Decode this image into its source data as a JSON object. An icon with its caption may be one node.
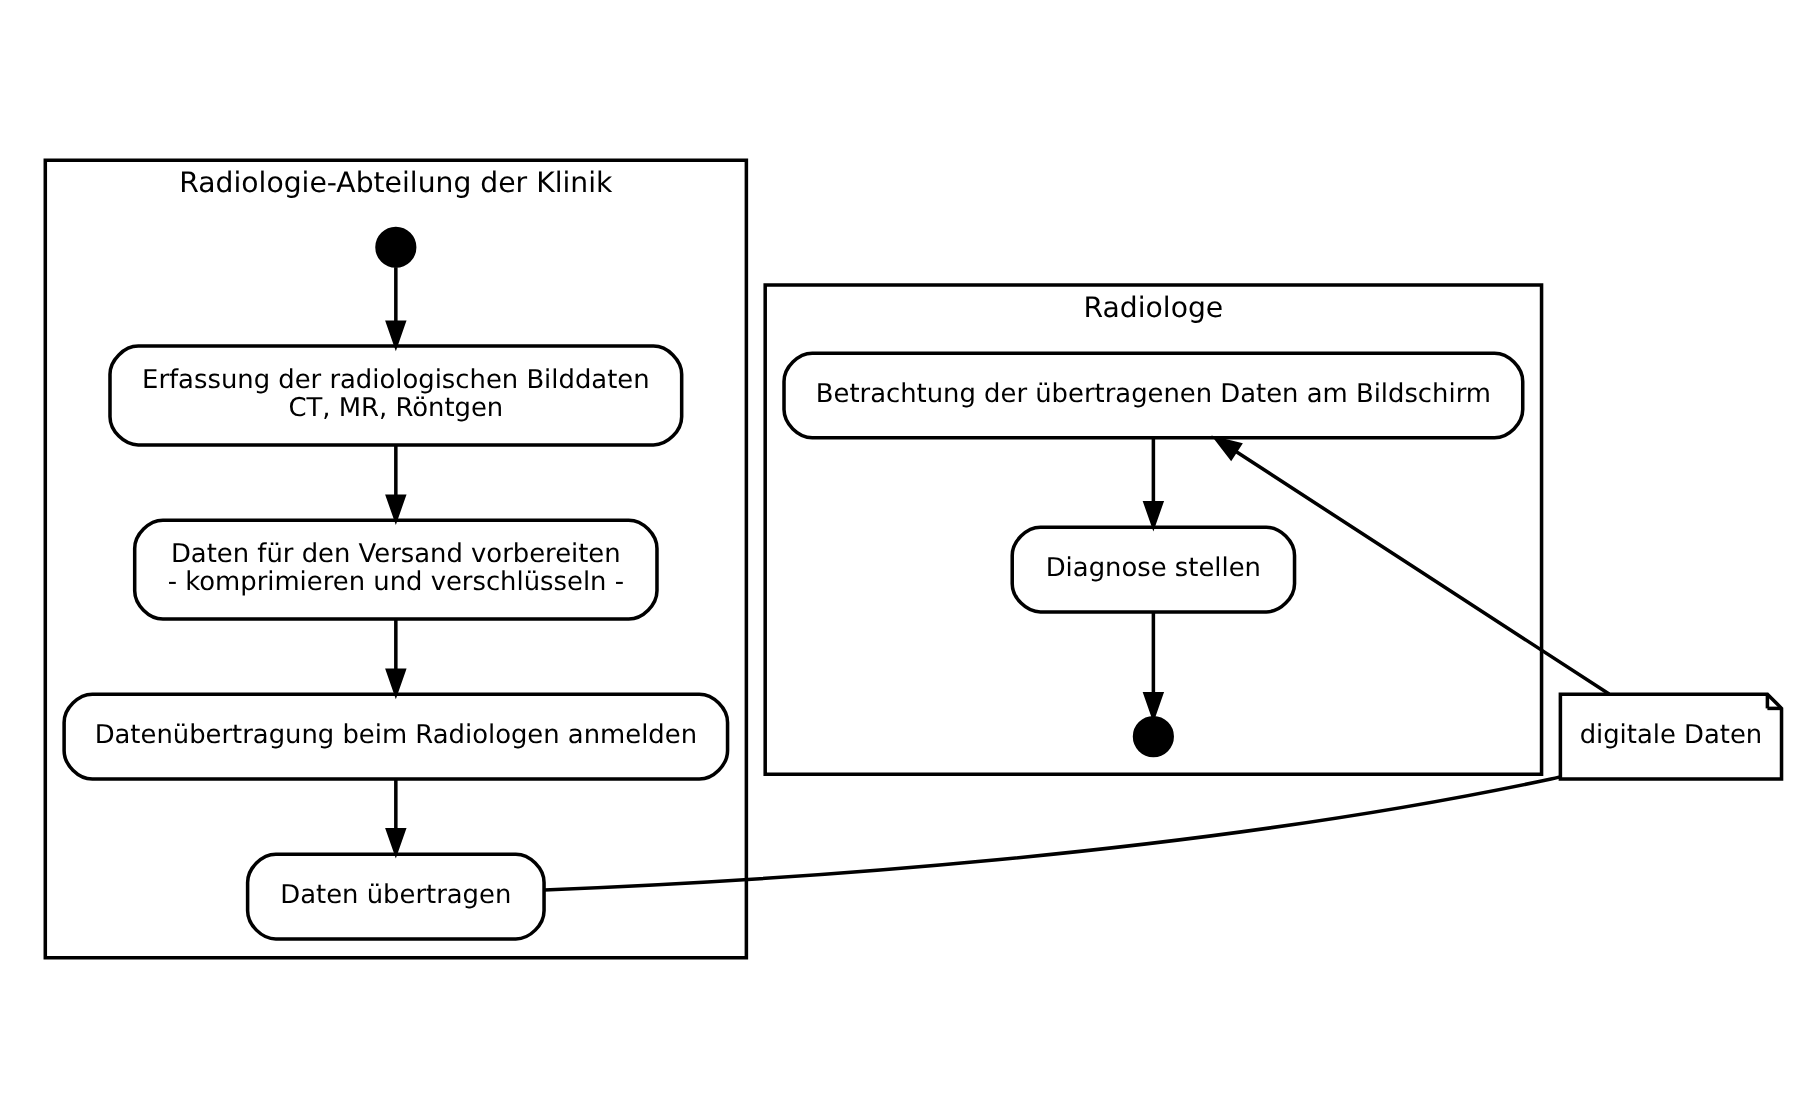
{
  "diagram": {
    "nodes": [
      {
        "text": [
          "Radiologie-Abteilung der Klinik"
        ]
      },
      {
        "text": [
          "Radiologe"
        ]
      },
      {
        "text": [],
        "shape": "circle",
        "in": 0
      },
      {
        "text": [
          "Erfassung der radiologischen Bilddaten",
          "CT, MR, Röntgen"
        ],
        "in": 0
      },
      {
        "text": [
          "Daten für den Versand vorbereiten",
          "- komprimieren und verschlüsseln -"
        ],
        "in": 0
      },
      {
        "text": [
          "Datenübertragung beim Radiologen anmelden"
        ],
        "in": 0
      },
      {
        "text": [
          "Daten übertragen"
        ],
        "in": 0
      },
      {
        "text": [
          "digitale Daten"
        ]
      },
      {
        "text": [
          "Betrachtung der übertragenen Daten am Bildschirm"
        ],
        "in": 1
      },
      {
        "text": [
          "Diagnose stellen"
        ],
        "in": 1
      },
      {
        "text": [],
        "shape": "circle",
        "in": 1
      }
    ],
    "edges": [
      {
        "from": 2,
        "to": 3,
        "arrow": "to"
      },
      {
        "from": 3,
        "to": 4,
        "arrow": "to"
      },
      {
        "from": 4,
        "to": 5,
        "arrow": "to"
      },
      {
        "from": 5,
        "to": 6,
        "arrow": "to"
      },
      {
        "from": 6,
        "to": 7,
        "arrow": "none"
      },
      {
        "from": 7,
        "to": 8,
        "arrow": "to"
      },
      {
        "from": 8,
        "to": 9,
        "arrow": "to"
      },
      {
        "from": 9,
        "to": 10,
        "arrow": "to"
      }
    ]
  }
}
